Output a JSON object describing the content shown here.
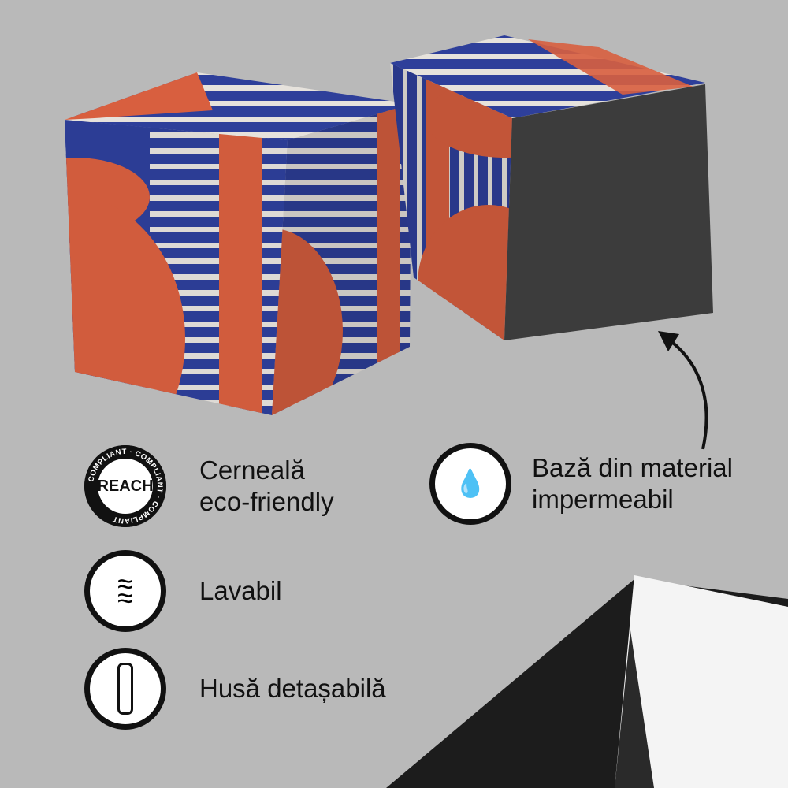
{
  "features": [
    {
      "icon": "reach-compliant-icon",
      "badge_text": "REACH",
      "ring_text": "COMPLIANT · COMPLIANT · COMPLIANT",
      "label": "Cerneală\neco-friendly"
    },
    {
      "icon": "waves-icon",
      "label": "Lavabil"
    },
    {
      "icon": "zipper-icon",
      "label": "Husă detașabilă"
    },
    {
      "icon": "waterproof-drops-icon",
      "label": "Bază din material\nimpermeabil"
    }
  ],
  "colors": {
    "background": "#b9b9b9",
    "blue": "#2e3f9a",
    "orange": "#d85f3f",
    "stripe": "#e6e2dc",
    "base": "#3c3c3c"
  }
}
